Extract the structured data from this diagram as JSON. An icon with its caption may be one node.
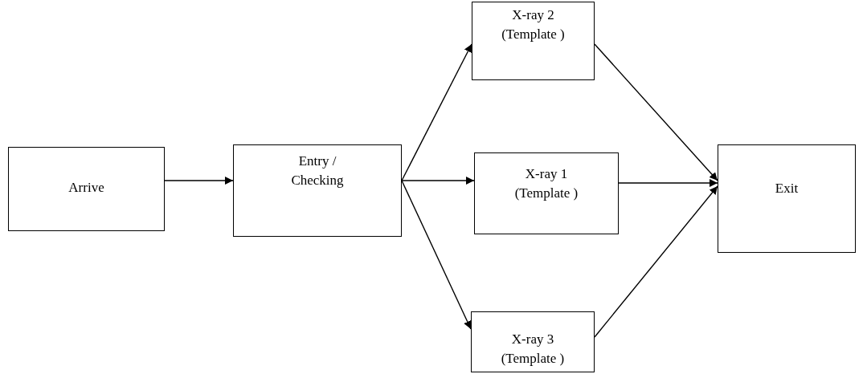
{
  "diagram": {
    "nodes": [
      {
        "text": [
          "Arrive"
        ]
      },
      {
        "text": [
          "Entry / Checking"
        ]
      },
      {
        "text": [
          "X-ray 2 (Template )"
        ]
      },
      {
        "text": [
          "X-ray 1 (Template )"
        ]
      },
      {
        "text": [
          "X-ray 3 (Template )"
        ]
      },
      {
        "text": [
          "Exit"
        ]
      }
    ],
    "edges": [
      {
        "from": 0,
        "to": 1,
        "arrow": "to"
      },
      {
        "from": 1,
        "to": 2,
        "arrow": "to"
      },
      {
        "from": 1,
        "to": 3,
        "arrow": "to"
      },
      {
        "from": 1,
        "to": 4,
        "arrow": "to"
      },
      {
        "from": 2,
        "to": 5,
        "arrow": "to"
      },
      {
        "from": 3,
        "to": 5,
        "arrow": "to"
      },
      {
        "from": 4,
        "to": 5,
        "arrow": "to"
      }
    ]
  }
}
